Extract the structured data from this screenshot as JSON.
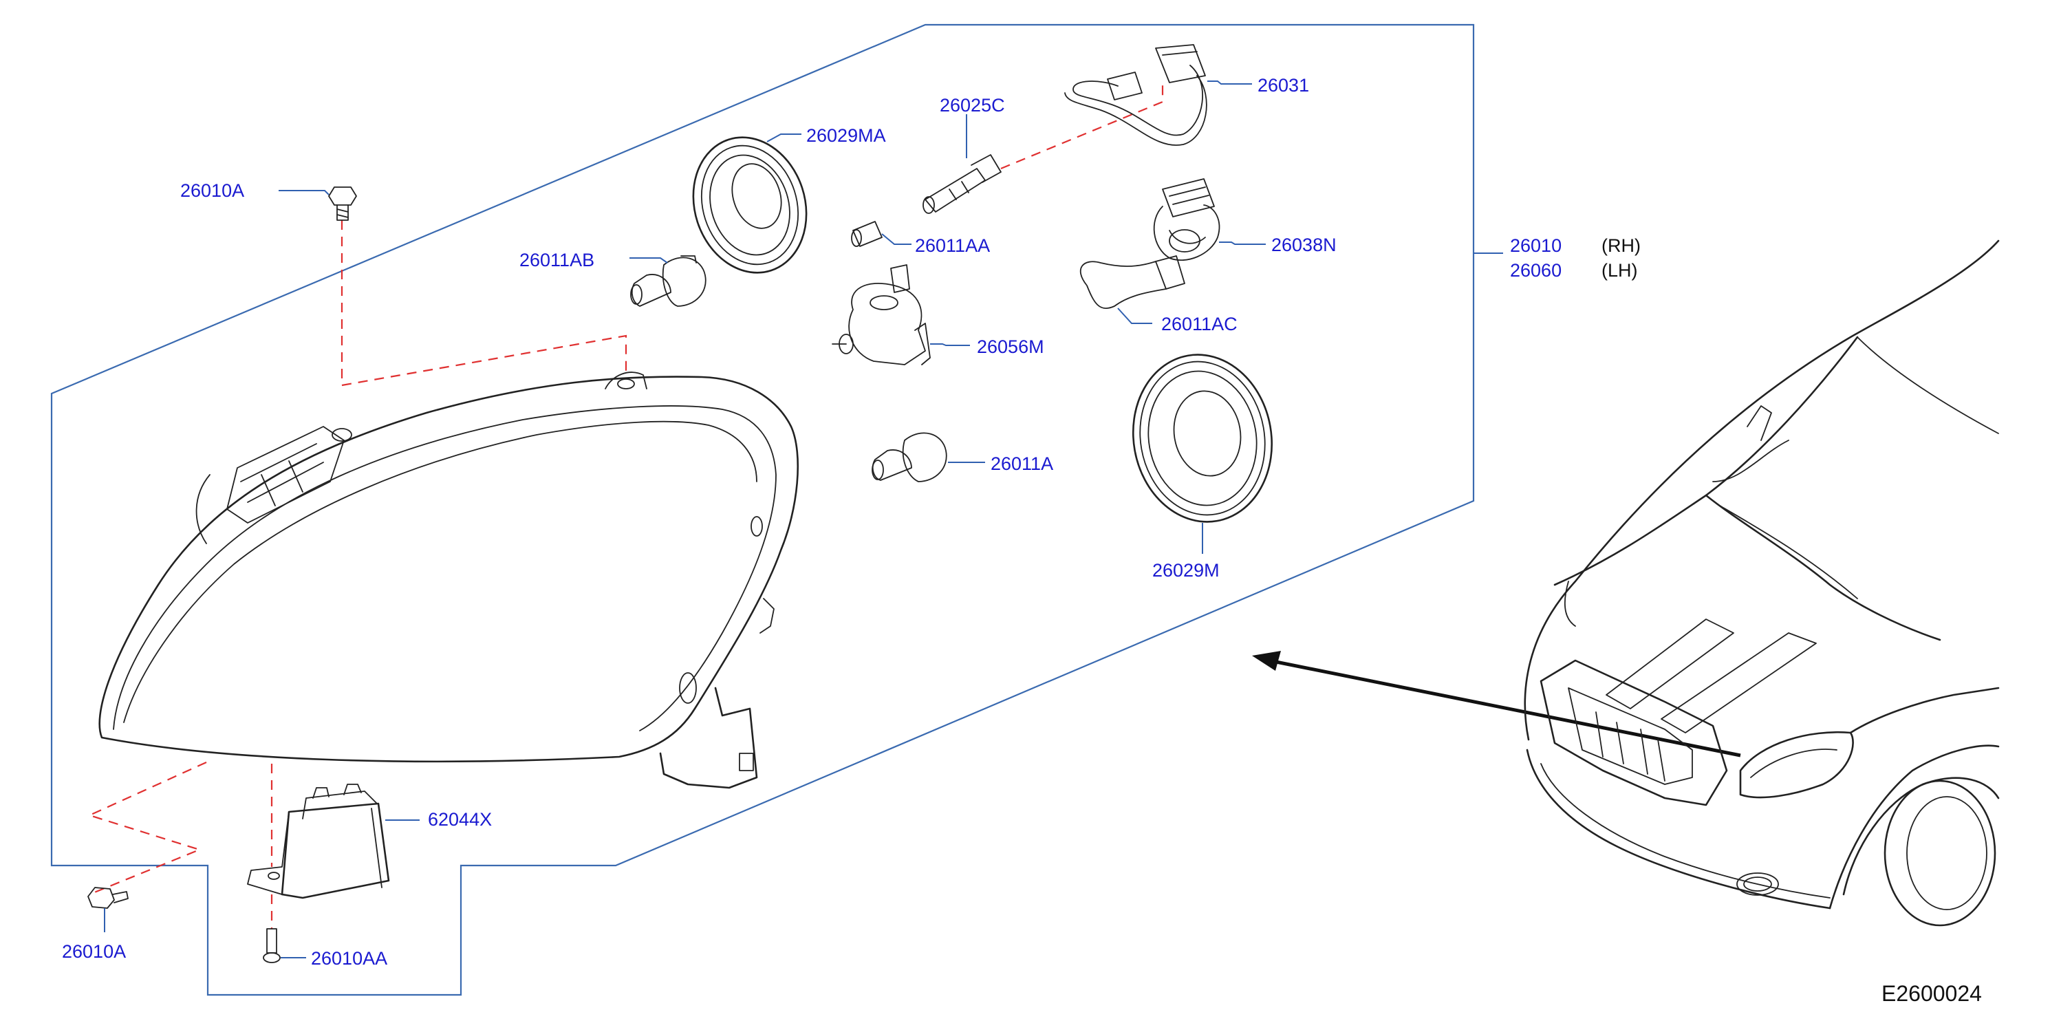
{
  "diagram": {
    "code": "E2600024",
    "assembly": [
      {
        "part": "26010",
        "side": "(RH)"
      },
      {
        "part": "26060",
        "side": "(LH)"
      }
    ],
    "parts": {
      "p26010A_top": "26010A",
      "p26010A_bottom": "26010A",
      "p26010AA": "26010AA",
      "p26011AB": "26011AB",
      "p26029MA": "26029MA",
      "p26025C": "26025C",
      "p26031": "26031",
      "p26011AA": "26011AA",
      "p26038N": "26038N",
      "p26011AC": "26011AC",
      "p26056M": "26056M",
      "p26011A": "26011A",
      "p26029M": "26029M",
      "p62044X": "62044X"
    },
    "colors": {
      "label": "#1a1ad0",
      "frame": "#3a6ab0",
      "dash": "#e03030",
      "line": "#222222"
    }
  }
}
